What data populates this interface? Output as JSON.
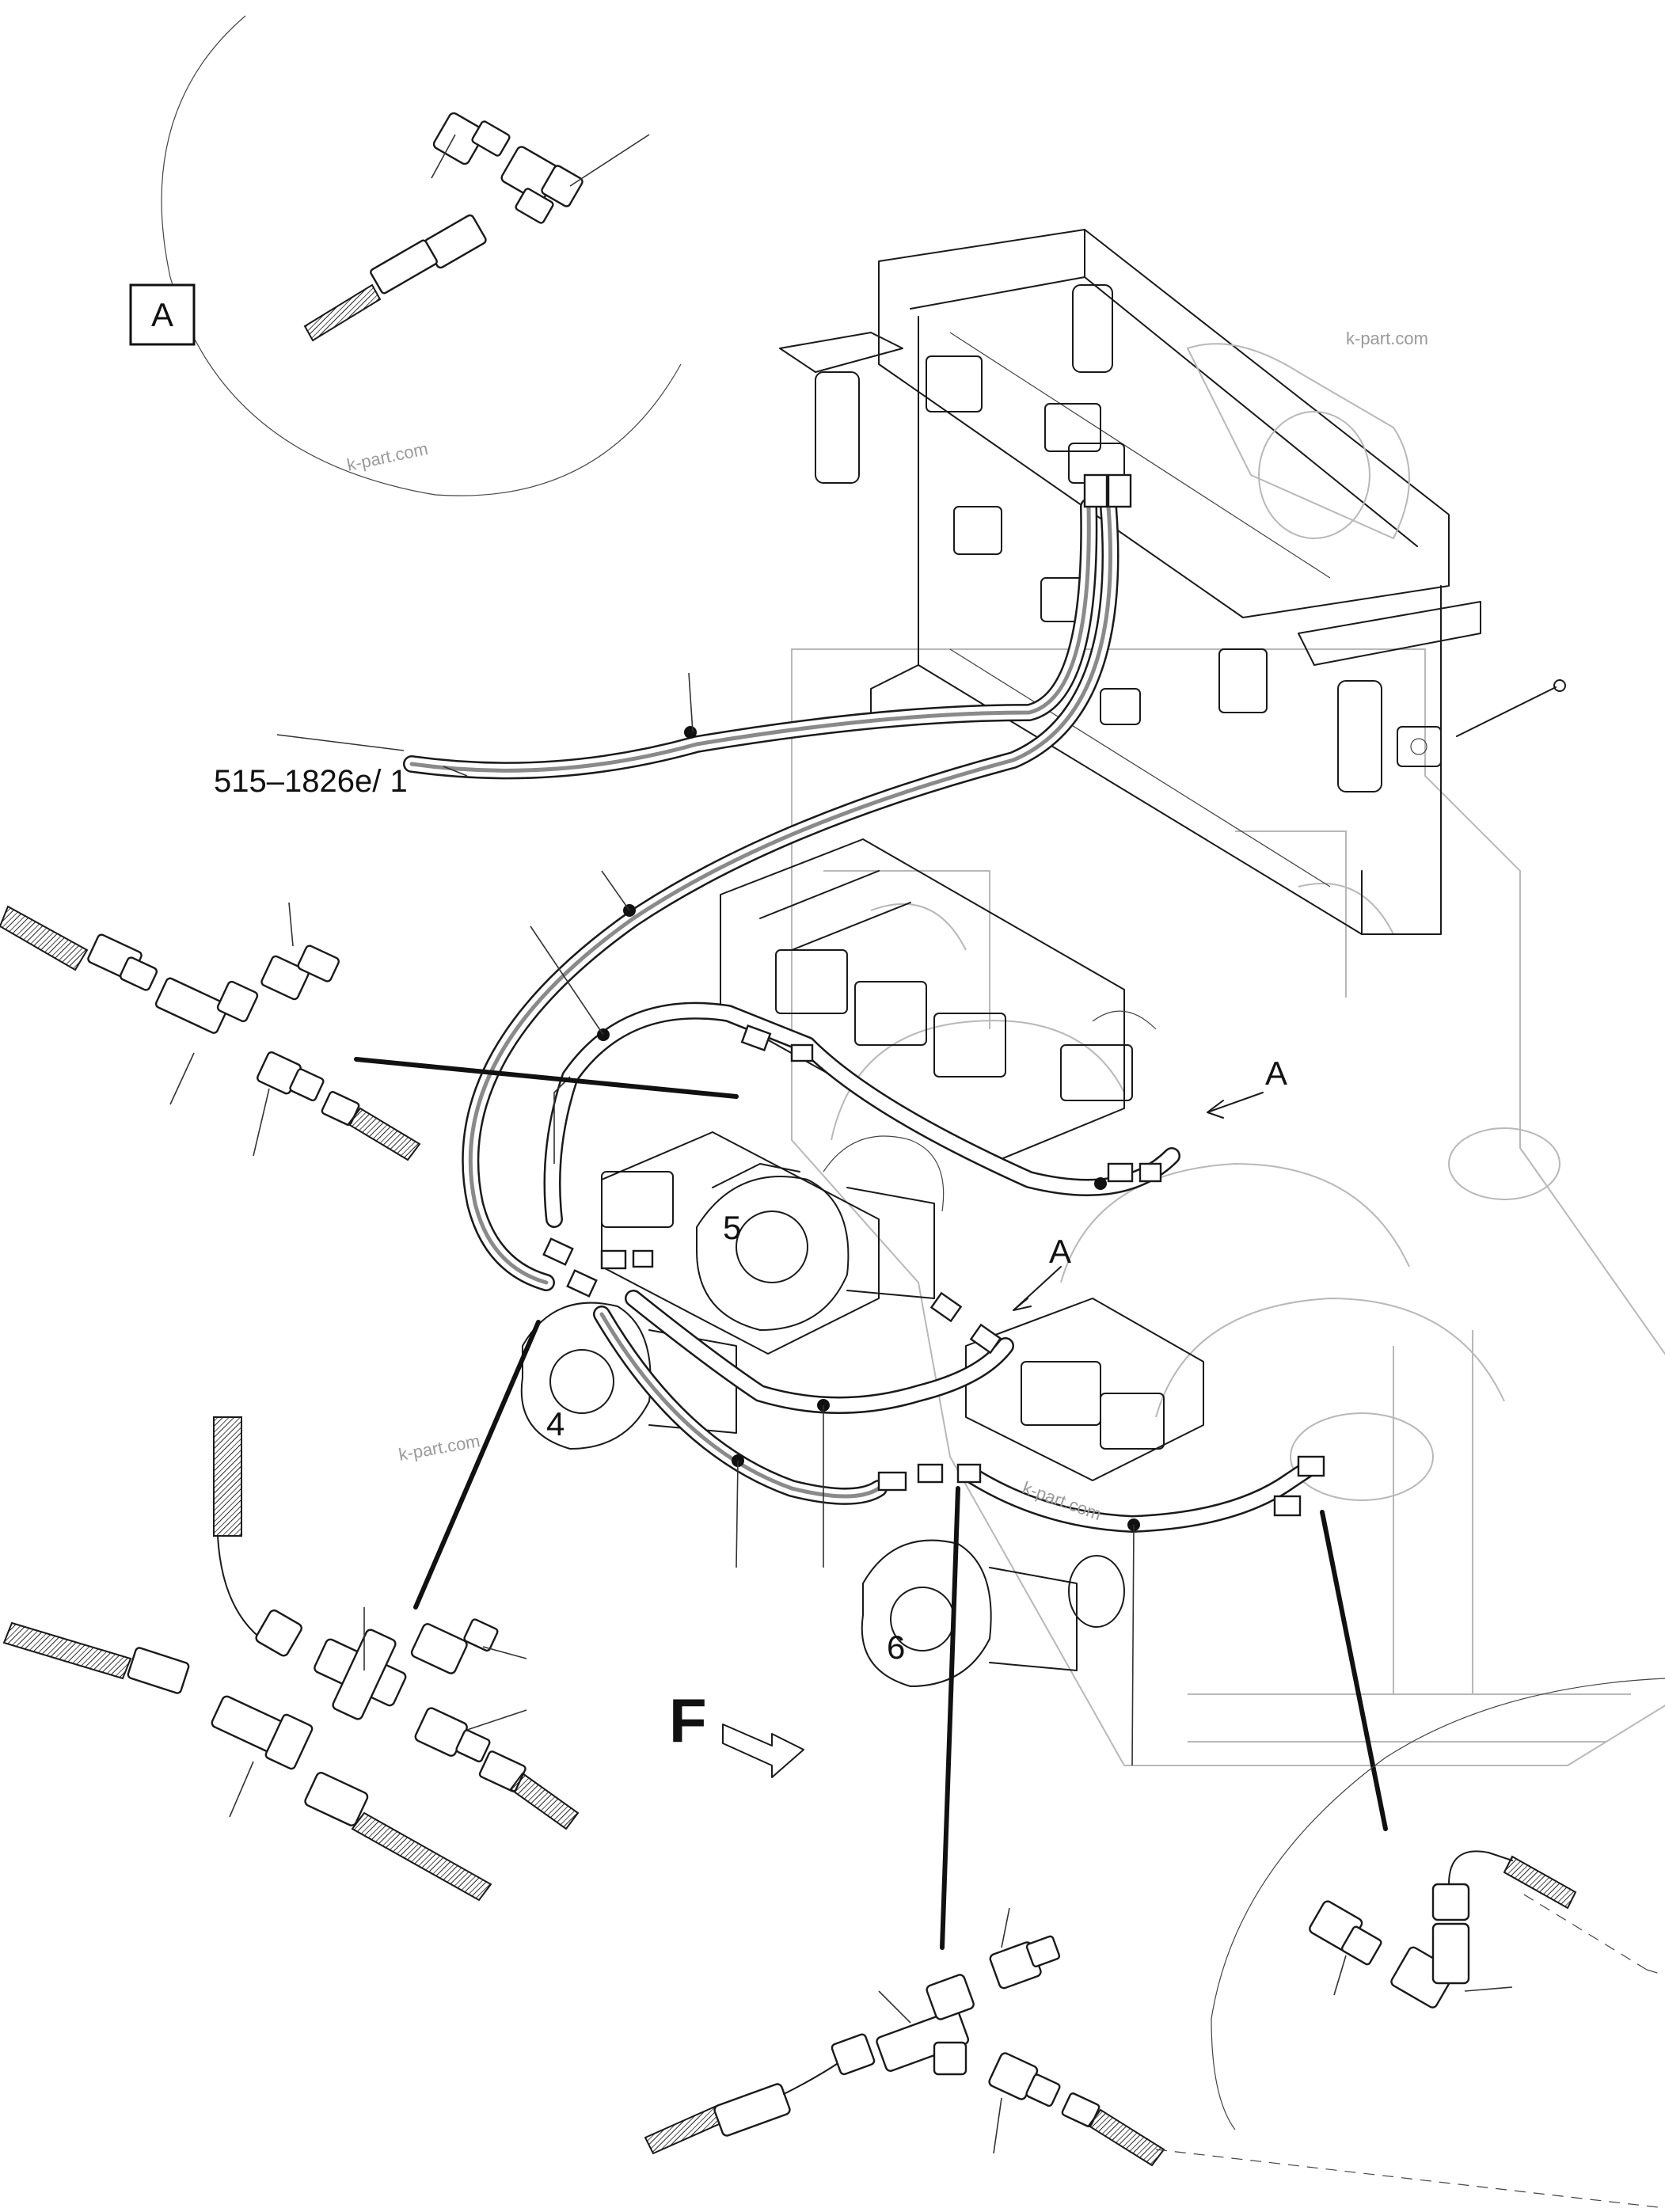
{
  "drawing": {
    "reference": "515–1826e/ 1",
    "watermark": "k-part.com",
    "view_label": "F"
  },
  "detail_boxes": [
    {
      "id": "A",
      "label": "A"
    }
  ],
  "callouts": {
    "arrow_a_upper": "A",
    "arrow_a_lower": "A",
    "pump_5": "5",
    "pump_4": "4",
    "pump_6": "6"
  },
  "icons": {
    "view_arrow": "direction-arrow-icon",
    "detail_arrow": "arrow-pointer-icon"
  },
  "colors": {
    "line": "#1a1a1a",
    "ghost": "#b8b8b8",
    "hose_shade": "#8a8a8a",
    "watermark": "#9a9a9a"
  }
}
